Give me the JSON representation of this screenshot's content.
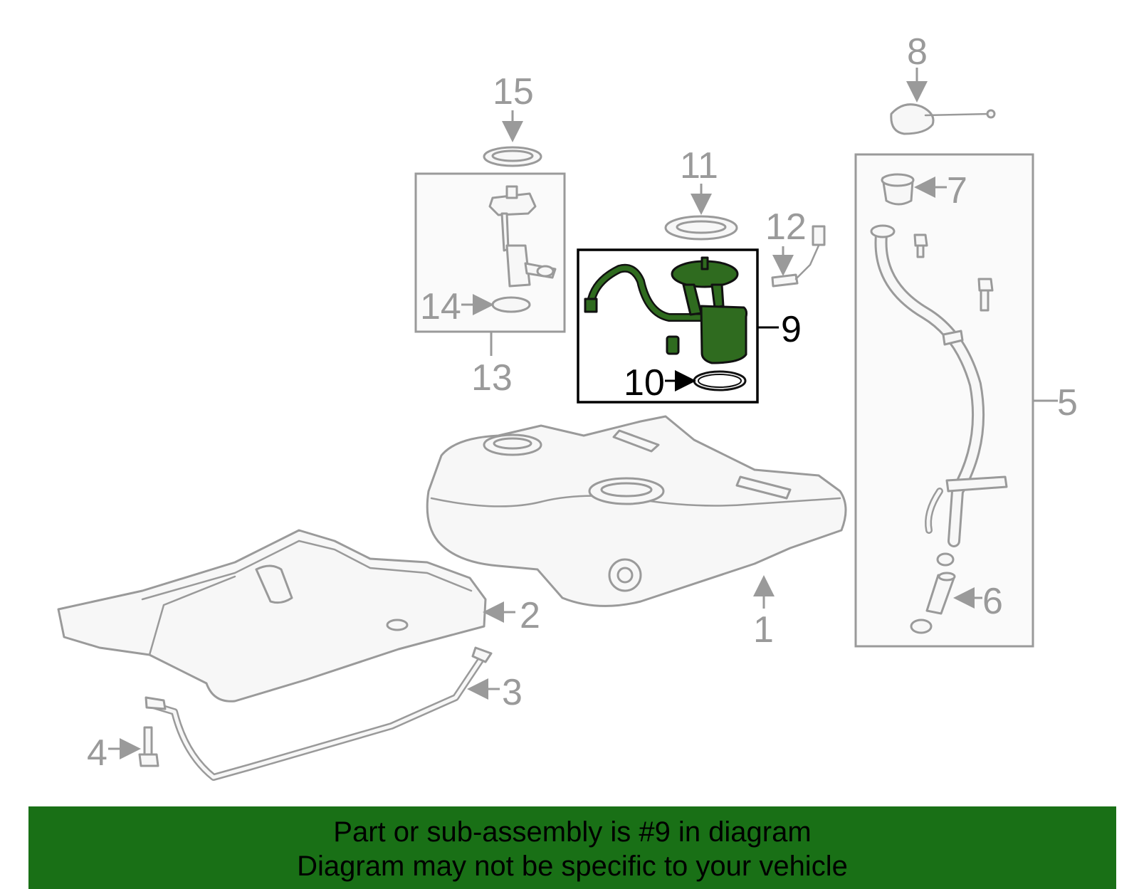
{
  "callouts": {
    "c1": "1",
    "c2": "2",
    "c3": "3",
    "c4": "4",
    "c5": "5",
    "c6": "6",
    "c7": "7",
    "c8": "8",
    "c9": "9",
    "c10": "10",
    "c11": "11",
    "c12": "12",
    "c13": "13",
    "c14": "14",
    "c15": "15"
  },
  "highlighted_part": "9",
  "colors": {
    "highlight_fill": "#2f6b1f",
    "banner_background": "#197016",
    "part_outline": "#9a9a9a"
  },
  "banner": {
    "line1": "Part or sub-assembly is #9 in diagram",
    "line2": "Diagram may not be specific to your vehicle"
  }
}
